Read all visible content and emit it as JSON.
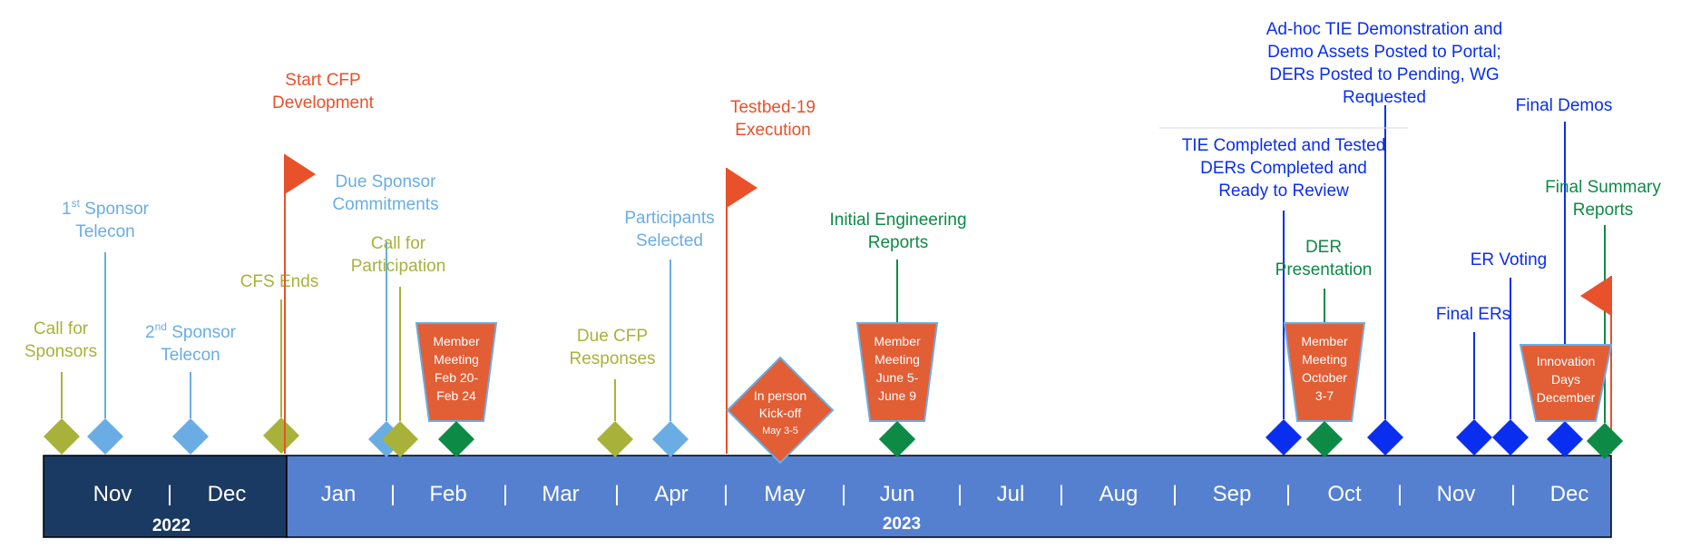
{
  "colors": {
    "olive": "#A8B23A",
    "light_blue": "#6AADE4",
    "red": "#E8512A",
    "green": "#0E8A47",
    "blue": "#0A2EF0",
    "dark_navy": "#1B3A63",
    "bar_blue": "#5580D0",
    "shape_orange": "#E25E35"
  },
  "timeline": {
    "months_2022": [
      "Nov",
      "Dec"
    ],
    "months_2023": [
      "Jan",
      "Feb",
      "Mar",
      "Apr",
      "May",
      "Jun",
      "Jul",
      "Aug",
      "Sep",
      "Oct",
      "Nov",
      "Dec"
    ],
    "separator": "|",
    "year_2022": "2022",
    "year_2023": "2023"
  },
  "events": [
    {
      "id": "call-for-sponsors",
      "lines": [
        "Call for",
        "Sponsors"
      ],
      "color": "olive",
      "marker": "diamond"
    },
    {
      "id": "first-sponsor-telecon",
      "lines": [
        "1st Sponsor",
        "Telecon"
      ],
      "color": "light_blue",
      "marker": "diamond"
    },
    {
      "id": "second-sponsor-telecon",
      "lines": [
        "2nd Sponsor",
        "Telecon"
      ],
      "color": "light_blue",
      "marker": "diamond"
    },
    {
      "id": "cfs-ends",
      "lines": [
        "CFS Ends"
      ],
      "color": "olive",
      "marker": "diamond"
    },
    {
      "id": "start-cfp-development",
      "lines": [
        "Start CFP",
        "Development"
      ],
      "color": "red",
      "marker": "flag"
    },
    {
      "id": "due-sponsor-commitments",
      "lines": [
        "Due Sponsor",
        "Commitments"
      ],
      "color": "light_blue",
      "marker": "diamond"
    },
    {
      "id": "call-for-participation",
      "lines": [
        "Call for",
        "Participation"
      ],
      "color": "olive",
      "marker": "diamond"
    },
    {
      "id": "due-cfp-responses",
      "lines": [
        "Due CFP",
        "Responses"
      ],
      "color": "olive",
      "marker": "diamond"
    },
    {
      "id": "participants-selected",
      "lines": [
        "Participants",
        "Selected"
      ],
      "color": "light_blue",
      "marker": "diamond"
    },
    {
      "id": "testbed-execution",
      "lines": [
        "Testbed-19",
        "Execution"
      ],
      "color": "red",
      "marker": "flag"
    },
    {
      "id": "initial-engineering-reports",
      "lines": [
        "Initial Engineering",
        "Reports"
      ],
      "color": "green",
      "marker": "diamond"
    },
    {
      "id": "tie-completed",
      "lines": [
        "TIE Completed and Tested",
        "DERs Completed and",
        "Ready to Review"
      ],
      "color": "blue",
      "marker": "diamond"
    },
    {
      "id": "der-presentation",
      "lines": [
        "DER",
        "Presentation"
      ],
      "color": "green",
      "marker": "diamond"
    },
    {
      "id": "adhoc-tie-demonstration",
      "lines": [
        "Ad-hoc TIE Demonstration and",
        "Demo Assets Posted to Portal;",
        "DERs Posted to Pending, WG",
        "Requested"
      ],
      "color": "blue",
      "marker": "diamond"
    },
    {
      "id": "final-ers",
      "lines": [
        "Final ERs"
      ],
      "color": "blue",
      "marker": "diamond"
    },
    {
      "id": "er-voting",
      "lines": [
        "ER Voting"
      ],
      "color": "blue",
      "marker": "diamond"
    },
    {
      "id": "final-demos",
      "lines": [
        "Final Demos"
      ],
      "color": "blue",
      "marker": "diamond"
    },
    {
      "id": "final-summary-reports",
      "lines": [
        "Final Summary",
        "Reports"
      ],
      "color": "green",
      "marker": "diamond"
    },
    {
      "id": "final-flag",
      "lines": [],
      "color": "red",
      "marker": "flag"
    }
  ],
  "meetings": [
    {
      "id": "member-meeting-feb",
      "lines": [
        "Member",
        "Meeting",
        "Feb 20-",
        "Feb 24"
      ]
    },
    {
      "id": "member-meeting-june",
      "lines": [
        "Member",
        "Meeting",
        "June 5-",
        "June 9"
      ]
    },
    {
      "id": "member-meeting-october",
      "lines": [
        "Member",
        "Meeting",
        "October",
        "3-7"
      ]
    },
    {
      "id": "innovation-days",
      "lines": [
        "Innovation",
        "Days",
        "December"
      ]
    }
  ],
  "kickoff": {
    "lines": [
      "In person",
      "Kick-off"
    ],
    "sub": "May 3-5"
  }
}
